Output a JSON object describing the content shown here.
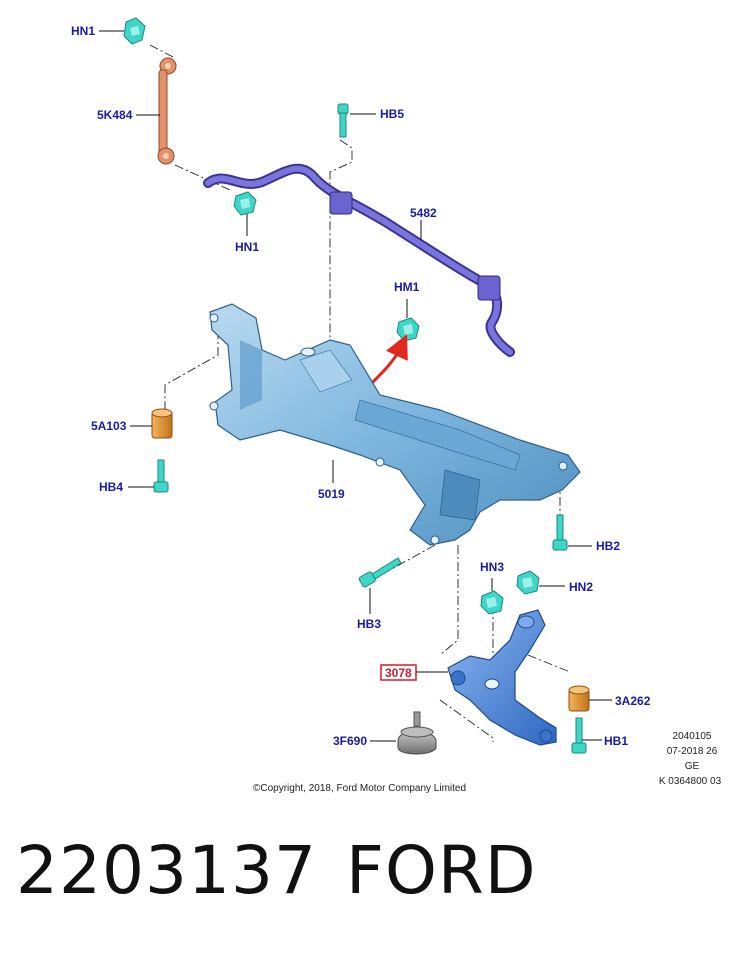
{
  "callouts": {
    "hn1_top": "HN1",
    "k484": "5K484",
    "hn1_mid": "HN1",
    "hb5": "HB5",
    "bar5482": "5482",
    "hm1": "HM1",
    "a103": "5A103",
    "hb4": "HB4",
    "f5019": "5019",
    "hb2": "HB2",
    "hn3": "HN3",
    "hn2": "HN2",
    "hb3": "HB3",
    "arm3078": "3078",
    "a262": "3A262",
    "f690": "3F690",
    "hb1": "HB1"
  },
  "meta": {
    "line1": "2040105",
    "line2": "07-2018 26",
    "line3": "GE",
    "line4": "K 0364800 03"
  },
  "copyright": "©Copyright, 2018, Ford Motor Company Limited",
  "footer": {
    "part_number": "2203137",
    "brand": "FORD"
  },
  "colors": {
    "label_blue": "#1a1aa8",
    "highlight_red": "#d21a2a",
    "subframe_blue": "#7eb6de",
    "stabilizer_purple": "#6a63d0",
    "link_orange": "#e2916b",
    "fastener_cyan": "#3fd6c8",
    "bushing_orange": "#e0922e",
    "arm_blue": "#4a86d6",
    "mount_gray": "#8f8f8f"
  }
}
